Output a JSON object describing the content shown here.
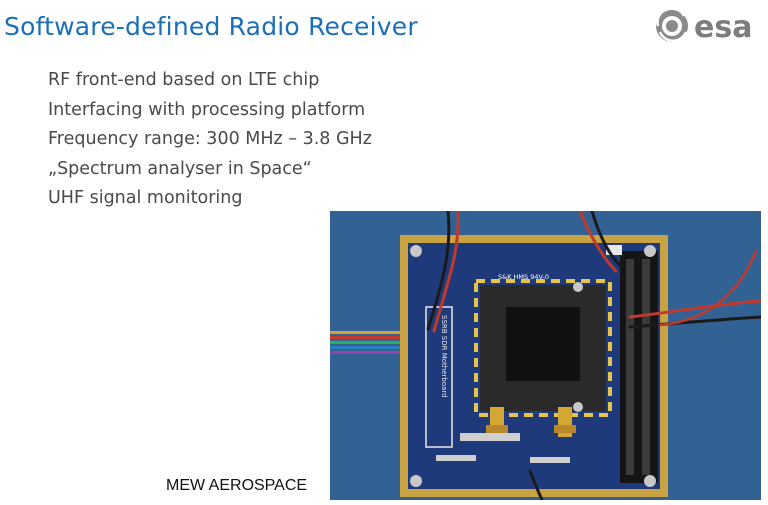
{
  "slide": {
    "title": "Software-defined Radio Receiver",
    "logo_text": "esa",
    "bullets": [
      "RF front-end based on LTE chip",
      "Interfacing with processing platform",
      "Frequency range: 300 MHz – 3.8 GHz",
      "„Spectrum analyser in Space“",
      "UHF signal monitoring"
    ],
    "caption": "MEW AEROSPACE"
  },
  "photo": {
    "board_labels": [
      "S&K HMS 94V-0",
      "SSRB SDR Motherboard"
    ]
  },
  "colors": {
    "title": "#1a6fb8",
    "bullet_text": "#4a4a4a",
    "esa_logo": "#7d7d7d",
    "pcb": "#1f3a7a",
    "photo_background": "#2e5d8e"
  }
}
